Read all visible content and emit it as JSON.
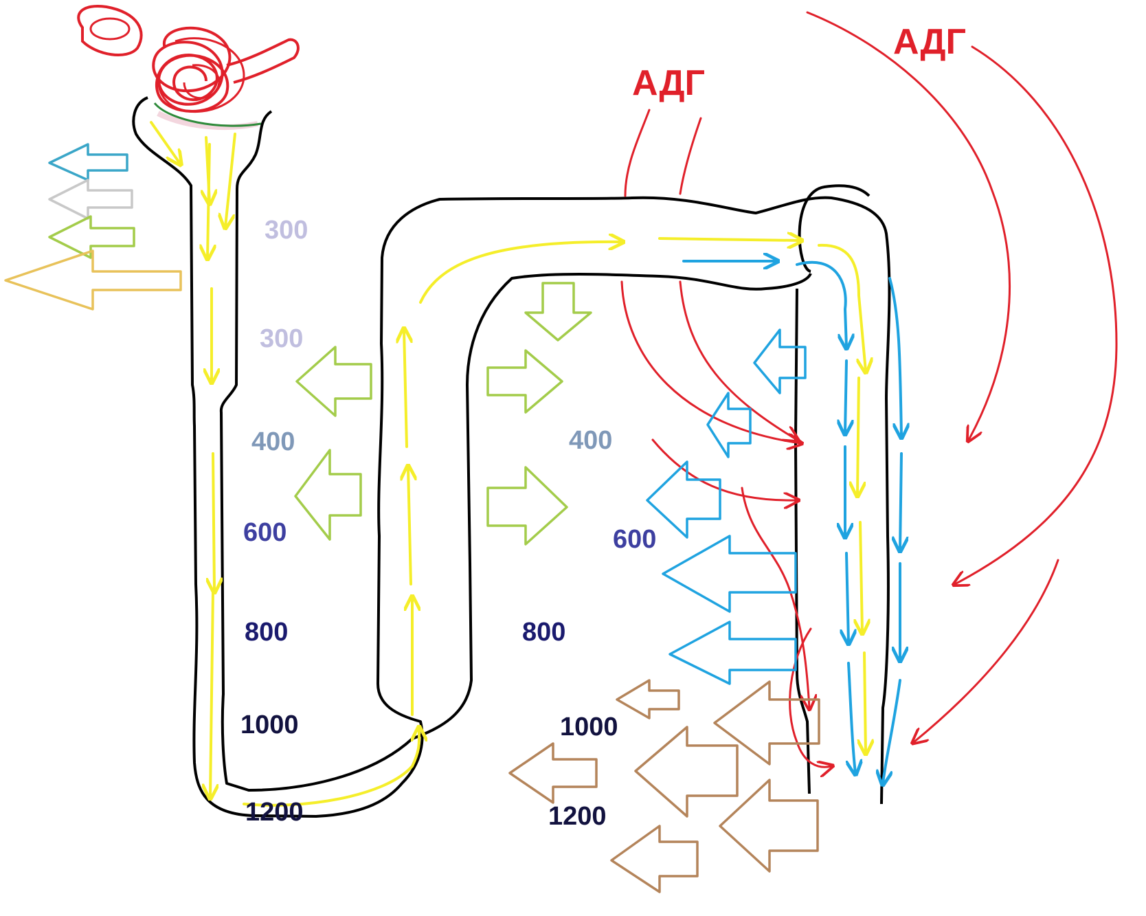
{
  "adh_labels": [
    "АДГ",
    "АДГ"
  ],
  "osmolarity_left": [
    "300",
    "300",
    "400",
    "600",
    "800",
    "1000",
    "1200"
  ],
  "osmolarity_right": [
    "400",
    "600",
    "800",
    "1000",
    "1200"
  ],
  "colors": {
    "tubule_outline": "#000000",
    "glomerulus": "#e0202a",
    "adh": "#e0202a",
    "filtrate_flow": "#f5ee2a",
    "collecting_flow": "#1fa3e0",
    "arrow_teal": "#3aa6c8",
    "arrow_grey": "#c8c8c8",
    "arrow_green": "#a3cc4a",
    "arrow_orange": "#e8c25a",
    "arrow_brown": "#b4845a",
    "label_300": "#c0bedf",
    "label_400": "#7f98b8",
    "label_600": "#3d3fa0",
    "label_800": "#1a1a6e",
    "label_deep": "#12123f"
  }
}
